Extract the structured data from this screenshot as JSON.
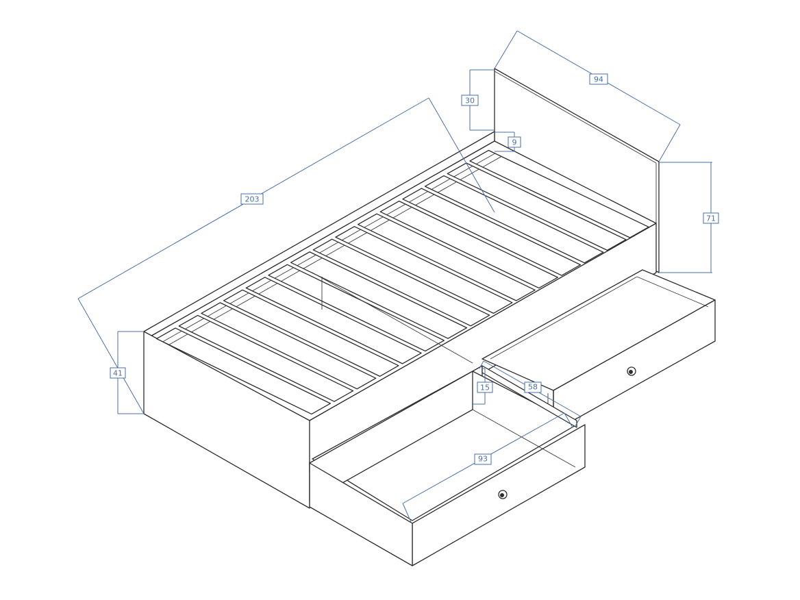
{
  "diagram": {
    "subject": "Single bed with slatted base, headboard and two pull-out drawers",
    "line_color": "#2b2b2b",
    "dimension_color": "#4a6fa5",
    "dimensions": {
      "length": "203",
      "headboard_width": "94",
      "headboard_above_frame": "30",
      "frame_rail_height": "9",
      "headboard_height": "71",
      "frame_height": "41",
      "drawer_height": "15",
      "drawer_depth": "58",
      "drawer_width": "93"
    }
  }
}
